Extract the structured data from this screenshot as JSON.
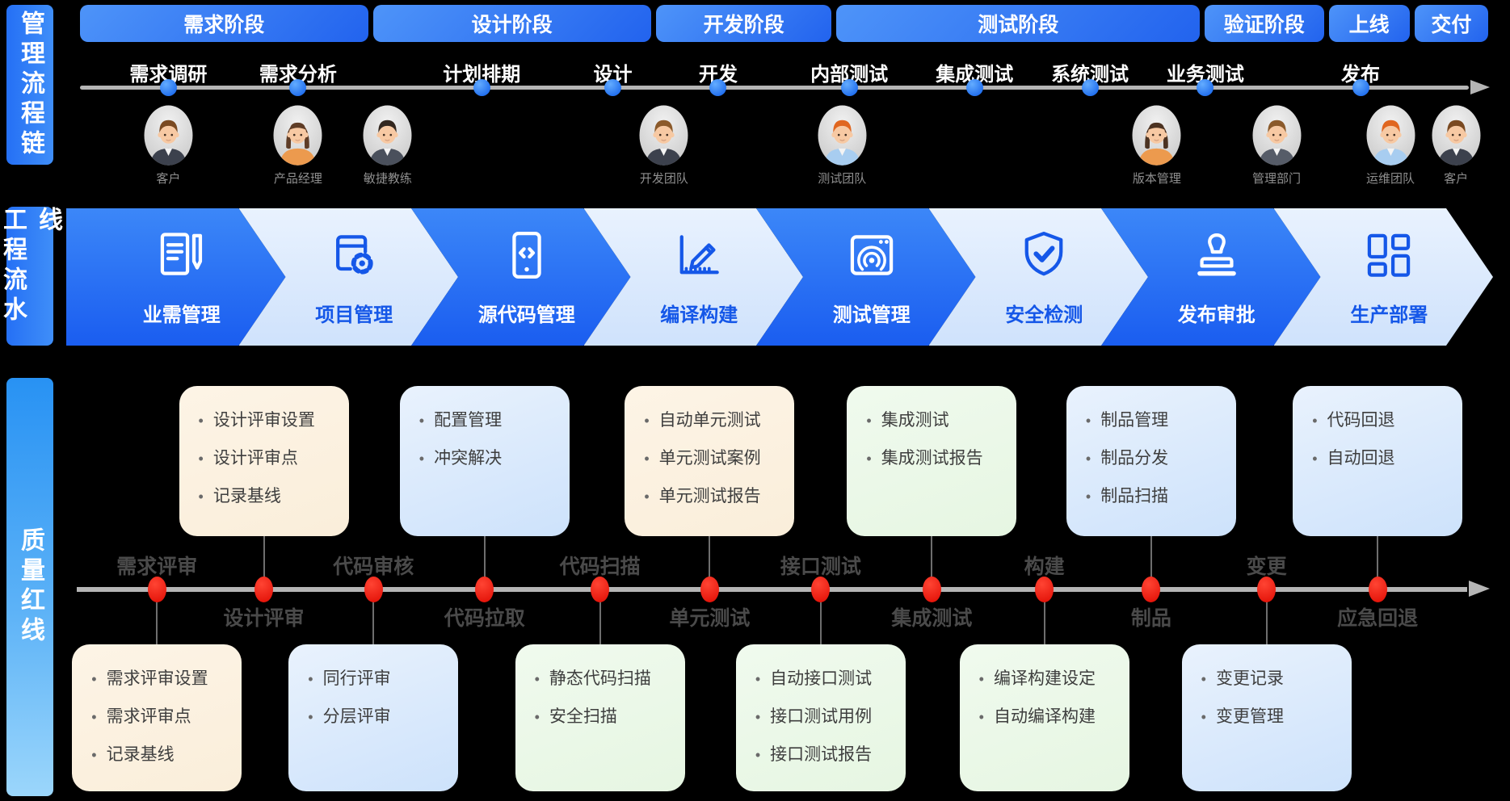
{
  "sidebar": {
    "sections": [
      {
        "label": "管理流程链"
      },
      {
        "label": "工程流水线"
      },
      {
        "label": "质量红线"
      }
    ]
  },
  "management": {
    "phases": [
      {
        "label": "需求阶段",
        "grow": 20.3
      },
      {
        "label": "设计阶段",
        "grow": 19.6
      },
      {
        "label": "开发阶段",
        "grow": 12.4
      },
      {
        "label": "测试阶段",
        "grow": 25.6
      },
      {
        "label": "验证阶段",
        "grow": 8.4
      },
      {
        "label": "上线",
        "grow": 5.7
      },
      {
        "label": "交付",
        "grow": 5.2
      }
    ],
    "milestones": [
      {
        "label": "需求调研",
        "x": 7.0
      },
      {
        "label": "需求分析",
        "x": 16.1
      },
      {
        "label": "计划排期",
        "x": 29.0
      },
      {
        "label": "设计",
        "x": 38.2
      },
      {
        "label": "开发",
        "x": 45.6
      },
      {
        "label": "内部测试",
        "x": 54.8
      },
      {
        "label": "集成测试",
        "x": 63.6
      },
      {
        "label": "系统测试",
        "x": 71.7
      },
      {
        "label": "业务测试",
        "x": 79.8
      },
      {
        "label": "发布",
        "x": 90.7
      }
    ],
    "roles": [
      {
        "label": "客户",
        "x": 7.0,
        "gender": "male",
        "hair": "#7a4a22",
        "shirt": "#3c414d"
      },
      {
        "label": "产品经理",
        "x": 16.1,
        "gender": "female",
        "hair": "#5f3d27",
        "shirt": "#ec9a4e"
      },
      {
        "label": "敏捷教练",
        "x": 22.4,
        "gender": "male",
        "hair": "#33271f",
        "shirt": "#4a505c"
      },
      {
        "label": "开发团队",
        "x": 41.8,
        "gender": "male",
        "hair": "#8b5a2b",
        "shirt": "#3c414d"
      },
      {
        "label": "测试团队",
        "x": 54.3,
        "gender": "male",
        "hair": "#e0661f",
        "shirt": "#a8cdf0"
      },
      {
        "label": "版本管理",
        "x": 76.4,
        "gender": "female",
        "hair": "#4c3322",
        "shirt": "#ec9a4e"
      },
      {
        "label": "管理部门",
        "x": 84.8,
        "gender": "male",
        "hair": "#8b5a2b",
        "shirt": "#565c68"
      },
      {
        "label": "运维团队",
        "x": 92.8,
        "gender": "male",
        "hair": "#e0661f",
        "shirt": "#a8cdf0"
      },
      {
        "label": "客户",
        "x": 97.4,
        "gender": "male",
        "hair": "#7a4a22",
        "shirt": "#3c414d"
      }
    ]
  },
  "pipeline": {
    "stages": [
      {
        "label": "业需管理",
        "icon": "doc-pen-icon",
        "theme": "dark"
      },
      {
        "label": "项目管理",
        "icon": "board-gear-icon",
        "theme": "light"
      },
      {
        "label": "源代码管理",
        "icon": "phone-code-icon",
        "theme": "dark"
      },
      {
        "label": "编译构建",
        "icon": "ruler-pencil-icon",
        "theme": "light"
      },
      {
        "label": "测试管理",
        "icon": "browser-target-icon",
        "theme": "dark"
      },
      {
        "label": "安全检测",
        "icon": "shield-check-icon",
        "theme": "light"
      },
      {
        "label": "发布审批",
        "icon": "stamp-icon",
        "theme": "dark"
      },
      {
        "label": "生产部署",
        "icon": "grid-icon",
        "theme": "light"
      }
    ]
  },
  "quality": {
    "checkpoints": [
      {
        "label": "需求评审",
        "x": 6.2,
        "side": "above",
        "card": {
          "row": "bottom",
          "theme": "cream",
          "items": [
            "需求评审设置",
            "需求评审点",
            "记录基线"
          ]
        }
      },
      {
        "label": "设计评审",
        "x": 13.7,
        "side": "below",
        "card": {
          "row": "top",
          "theme": "cream",
          "items": [
            "设计评审设置",
            "设计评审点",
            "记录基线"
          ]
        }
      },
      {
        "label": "代码审核",
        "x": 21.4,
        "side": "above",
        "card": {
          "row": "bottom",
          "theme": "blue",
          "items": [
            "同行评审",
            "分层评审"
          ]
        }
      },
      {
        "label": "代码拉取",
        "x": 29.2,
        "side": "below",
        "card": {
          "row": "top",
          "theme": "blue",
          "items": [
            "配置管理",
            "冲突解决"
          ]
        }
      },
      {
        "label": "代码扫描",
        "x": 37.3,
        "side": "above",
        "card": {
          "row": "bottom",
          "theme": "green",
          "items": [
            "静态代码扫描",
            "安全扫描"
          ]
        }
      },
      {
        "label": "单元测试",
        "x": 45.0,
        "side": "below",
        "card": {
          "row": "top",
          "theme": "cream",
          "items": [
            "自动单元测试",
            "单元测试案例",
            "单元测试报告"
          ]
        }
      },
      {
        "label": "接口测试",
        "x": 52.8,
        "side": "above",
        "card": {
          "row": "bottom",
          "theme": "green",
          "items": [
            "自动接口测试",
            "接口测试用例",
            "接口测试报告"
          ]
        }
      },
      {
        "label": "集成测试",
        "x": 60.6,
        "side": "below",
        "card": {
          "row": "top",
          "theme": "green",
          "items": [
            "集成测试",
            "集成测试报告"
          ]
        }
      },
      {
        "label": "构建",
        "x": 68.5,
        "side": "above",
        "card": {
          "row": "bottom",
          "theme": "green",
          "items": [
            "编译构建设定",
            "自动编译构建"
          ]
        }
      },
      {
        "label": "制品",
        "x": 76.0,
        "side": "below",
        "card": {
          "row": "top",
          "theme": "blue",
          "items": [
            "制品管理",
            "制品分发",
            "制品扫描"
          ]
        }
      },
      {
        "label": "变更",
        "x": 84.1,
        "side": "above",
        "card": {
          "row": "bottom",
          "theme": "blue",
          "items": [
            "变更记录",
            "变更管理"
          ]
        }
      },
      {
        "label": "应急回退",
        "x": 91.9,
        "side": "below",
        "card": {
          "row": "top",
          "theme": "blue",
          "items": [
            "代码回退",
            "自动回退"
          ]
        }
      }
    ]
  },
  "colors": {
    "accent_blue": "#2570f5",
    "chevron_light_text": "#1557e8",
    "timeline_gray": "#b5b5b5",
    "milestone_dot": "#1b6ff2",
    "red_dot": "#e8150a",
    "card_cream": "#fcf2e2",
    "card_blue": "#d9e9fc",
    "card_green": "#edf8ea",
    "role_label_gray": "#8f8f8f"
  }
}
